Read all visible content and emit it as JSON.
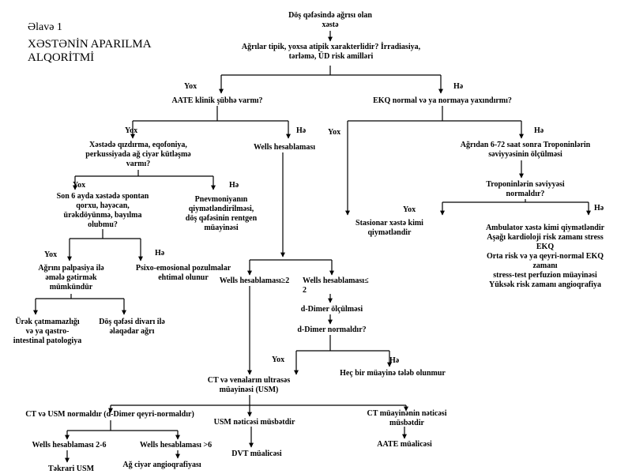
{
  "header": {
    "appendix": "Əlavə 1",
    "title": "XƏSTƏNİN APARILMA\nALQORİTMİ"
  },
  "nodes": {
    "n_start": "Döş qəfəsində ağrısı olan\nxəstə",
    "n_q1": "Ağrılar tipik, yoxsa atipik xarakterlidir? İrradiasiya,\ntərləmə, ÜD risk amilləri",
    "n_yox1": "Yox",
    "n_he1": "Hə",
    "n_aate": "AATE klinik şübhə varmı?",
    "n_ekq": "EKQ normal və ya normaya yaxındırmı?",
    "n_yox2": "Yox",
    "n_he2": "Hə",
    "n_yox_e": "Yox",
    "n_he_e": "Hə",
    "n_xeste_qiz": "Xəstədə qızdırma, eqofoniya,\nperkussiyada ağ ciyər kütləşmə\nvarmı?",
    "n_wells_calc": "Wells hesablaması",
    "n_trop_q": "Ağrıdan 6-72 saat sonra Troponinlərin\nsəviyyəsinin ölçülməsi",
    "n_trop_norm": "Troponinlərin səviyyəsi\nnormaldır?",
    "n_yox3": "Yox",
    "n_he3": "Hə",
    "n_stasionar": "Stasionar xəstə kimi\nqiymətləndir",
    "n_yox_t": "Yox",
    "n_he_t": "Hə",
    "n_ambulator": "Ambulator xəstə kimi qiymətləndir\nAşağı kardioloji risk zamanı stress\nEKQ\nOrta risk və ya qeyri-normal EKQ\nzamanı\nstress-test perfuzion müayinəsi\nYüksək risk zamanı angioqrafiya",
    "n_son6": "Son 6 ayda xəstədə spontan\nqorxu, həyəcan,\nürəkdöyünmə, bayılma\nolubmu?",
    "n_pnevm": "Pnevmoniyanın\nqiymətləndirilməsi,\ndöş qəfəsinin rentgen\nmüayinəsi",
    "n_yox4": "Yox",
    "n_he4": "Hə",
    "n_agri_palp": "Ağrını palpasiya ilə\nəmələ gətirmək\nmümkündür",
    "n_psixo": "Psixo-emosional pozulmalar\nehtimal olunur",
    "n_urek": "Ürək çatmamazlığı\nvə ya qastro-\nintestinal patologiya",
    "n_dos_divar": "Döş qəfəsi divarı ilə\nəlaqədar ağrı",
    "n_wells_ge2": "Wells hesablaması≥2",
    "n_wells_le2": "Wells hesablaması≤\n2",
    "n_ddimer": "d-Dimer ölçülməsi",
    "n_ddimer_norm": "d-Dimer normaldır?",
    "n_yox5": "Yox",
    "n_he5": "Hə",
    "n_hec_bir": "Heç bir müayinə tələb olunmur",
    "n_ct_usm": "CT və venaların ultrasəs\nmüayinəsi (USM)",
    "n_ct_normal": "CT və USM normaldır (d-Dimer qeyri-normaldır)",
    "n_usm_musbet": "USM nəticəsi müsbətdir",
    "n_ct_musbet": "CT müayinənin nəticəsi\nmüsbətdir",
    "n_wells26": "Wells hesablaması 2-6",
    "n_wells6": "Wells hesablaması >6",
    "n_dvt": "DVT müalicəsi",
    "n_aate_mual": "AATE müalicəsi",
    "n_tekrar": "Təkrari USM",
    "n_angio": "Ağ ciyər angioqrafiyası"
  },
  "line_color": "#000000"
}
